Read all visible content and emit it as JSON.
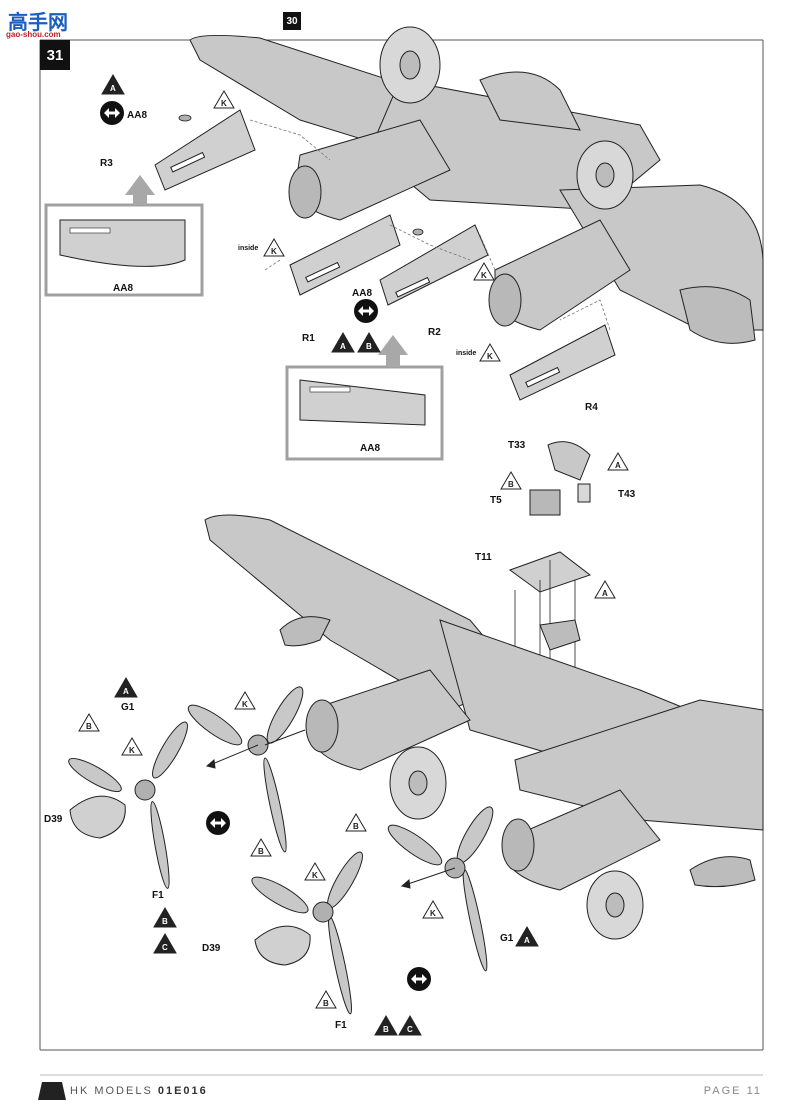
{
  "watermark": {
    "site_name": "高手网",
    "site_url": "gao-shou.com"
  },
  "step": {
    "number": "31",
    "previous_step": "30"
  },
  "colors": {
    "part_grey": "#c8c8c8",
    "line": "#222222",
    "callout_border": "#a0a0a0",
    "arrow_grey": "#a8a8a8"
  },
  "part_labels": {
    "r3": "R3",
    "r1": "R1",
    "r2": "R2",
    "r4": "R4",
    "aa8_top": "AA8",
    "aa8_mid": "AA8",
    "aa8_callout_left": "AA8",
    "aa8_callout_mid": "AA8",
    "t33": "T33",
    "t5": "T5",
    "t43": "T43",
    "t11": "T11",
    "g1_left": "G1",
    "g1_right": "G1",
    "d39_left": "D39",
    "d39_right": "D39",
    "f1_left": "F1",
    "f1_right": "F1"
  },
  "notes": {
    "inside_r1": "inside",
    "inside_r4": "inside"
  },
  "paint_markers": {
    "a": "A",
    "b": "B",
    "c": "C",
    "k": "K"
  },
  "icons": [
    "symmetric-parts-icon",
    "triangle-paint-marker-icon"
  ],
  "footer": {
    "brand": "HK MODELS",
    "code": "01E016",
    "page": "PAGE 11"
  }
}
